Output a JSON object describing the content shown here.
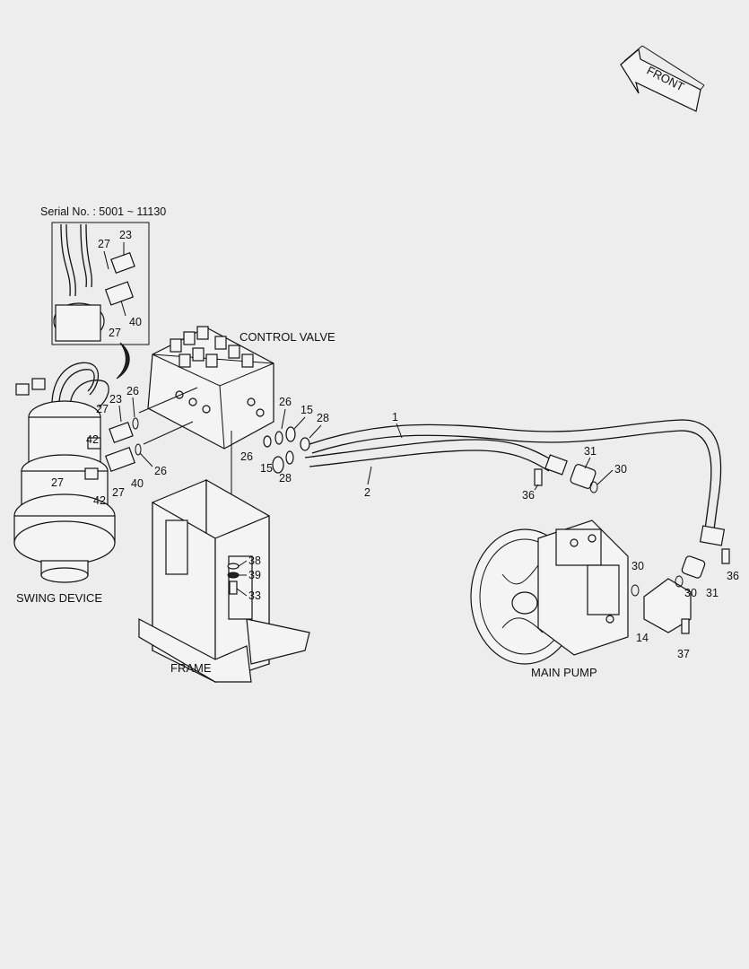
{
  "front_arrow": {
    "label": "FRONT"
  },
  "inset": {
    "serial_label": "Serial No. : 5001 ~ 11130"
  },
  "assemblies": {
    "control_valve": "CONTROL VALVE",
    "swing_device": "SWING DEVICE",
    "frame": "FRAME",
    "main_pump": "MAIN PUMP"
  },
  "callouts": {
    "inset_27a": "27",
    "inset_23": "23",
    "inset_40": "40",
    "inset_27b": "27",
    "sw_23": "23",
    "sw_26a": "26",
    "sw_27a": "27",
    "sw_42a": "42",
    "sw_40": "40",
    "sw_26b": "26",
    "sw_27b": "27",
    "sw_27c": "27",
    "sw_42b": "42",
    "cv_26a": "26",
    "cv_15a": "15",
    "cv_28a": "28",
    "cv_26b": "26",
    "cv_15b": "15",
    "cv_28b": "28",
    "hose_1": "1",
    "hose_2": "2",
    "frame_38": "38",
    "frame_39": "39",
    "frame_33": "33",
    "mp_31a": "31",
    "mp_30a": "30",
    "mp_36a": "36",
    "mp_30b": "30",
    "mp_30c": "30",
    "mp_31b": "31",
    "mp_36b": "36",
    "mp_14": "14",
    "mp_37": "37"
  }
}
